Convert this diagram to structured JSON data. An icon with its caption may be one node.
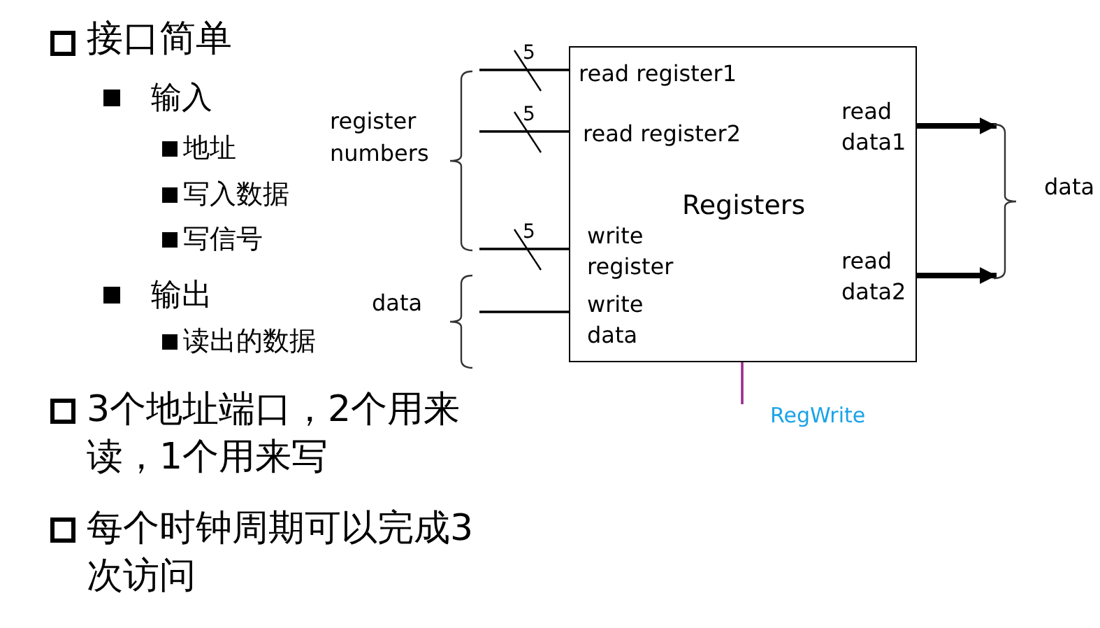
{
  "diagram": {
    "nodes": [
      {
        "text": [
          "read register1",
          "read register2",
          "write register",
          "write data",
          "Registers",
          "read data1",
          "read data2"
        ]
      },
      {
        "text": [
          "RegWrite"
        ]
      },
      {
        "text": [
          "register numbers"
        ]
      },
      {
        "text": [
          "data"
        ]
      },
      {
        "text": [
          "data"
        ]
      }
    ],
    "edges": [
      {
        "from": 2,
        "to": 0,
        "arrow": "none",
        "label": "5"
      },
      {
        "from": 2,
        "to": 0,
        "arrow": "none",
        "label": "5"
      },
      {
        "from": 2,
        "to": 0,
        "arrow": "none",
        "label": "5"
      },
      {
        "from": 3,
        "to": 0,
        "arrow": "none"
      },
      {
        "from": 0,
        "to": 4,
        "arrow": "to",
        "style": "thick"
      },
      {
        "from": 0,
        "to": 4,
        "arrow": "to",
        "style": "thick"
      },
      {
        "from": 1,
        "to": 0,
        "arrow": "none",
        "color": "#9b2d8e"
      }
    ],
    "labels": [
      "接口简单",
      "输入",
      "地址",
      "写入数据",
      "写信号",
      "输出",
      "读出的数据",
      "3个地址端口，2个用来读，1个用来写",
      "每个时钟周期可以完成3次访问"
    ]
  }
}
